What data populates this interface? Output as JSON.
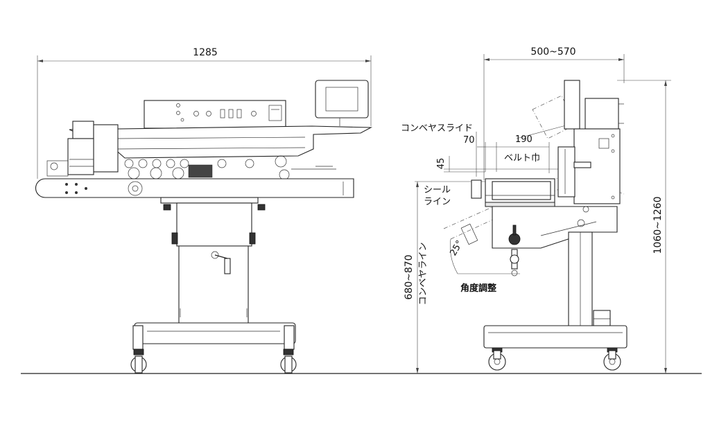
{
  "dimensions": {
    "front_width": "1285",
    "side_width": "500~570",
    "conveyor_slide": "コンベヤスライド",
    "dim_70": "70",
    "dim_190": "190",
    "dim_45": "45",
    "belt_width": "ベルト巾",
    "seal_line_1": "シール",
    "seal_line_2": "ライン",
    "conveyor_height": "680~870",
    "conveyor_line": "コンベヤライン",
    "total_height": "1060~1260",
    "angle": "25°",
    "angle_adjust": "角度調整"
  }
}
